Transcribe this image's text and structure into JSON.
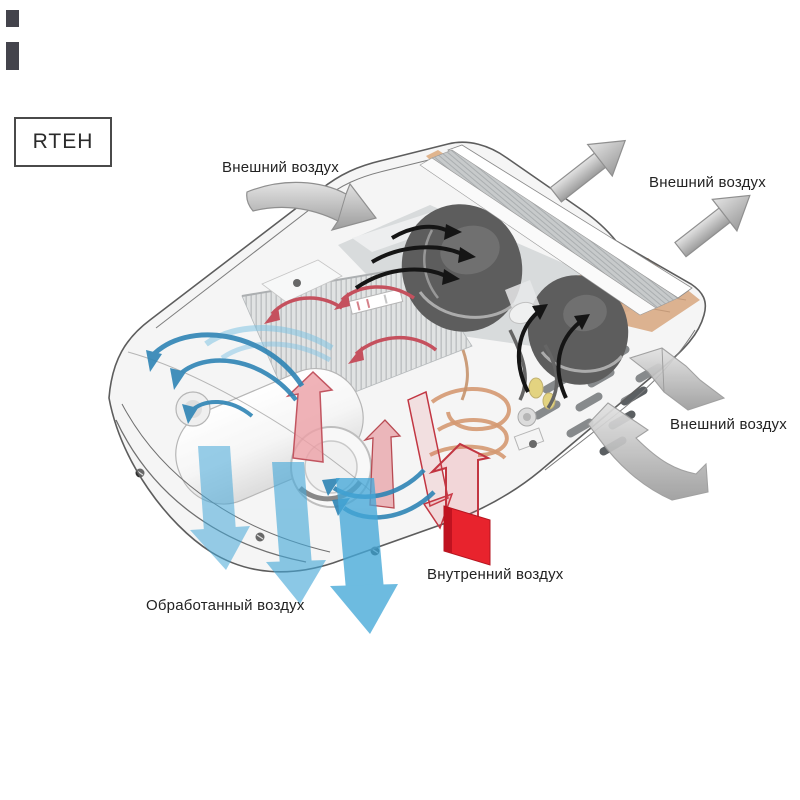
{
  "badge": {
    "label": "RTEH"
  },
  "labels": {
    "external_air_top": "Внешний воздух",
    "external_air_right_top": "Внешний воздух",
    "external_air_right_mid": "Внешний воздух",
    "internal_air": "Внутренний воздух",
    "treated_air": "Обработанный воздух"
  },
  "colors": {
    "external_air_arrow_fill": "#c0c0c0",
    "treated_air_arrow": "#45a8d8",
    "internal_air_arrow": "#e8232d",
    "warm_air_arrow": "#c5515e",
    "cool_air_swirl": "#2f85b5",
    "fan_airflow_arrow": "#151515",
    "condenser_coil": "#c9854e",
    "text": "#232323"
  }
}
